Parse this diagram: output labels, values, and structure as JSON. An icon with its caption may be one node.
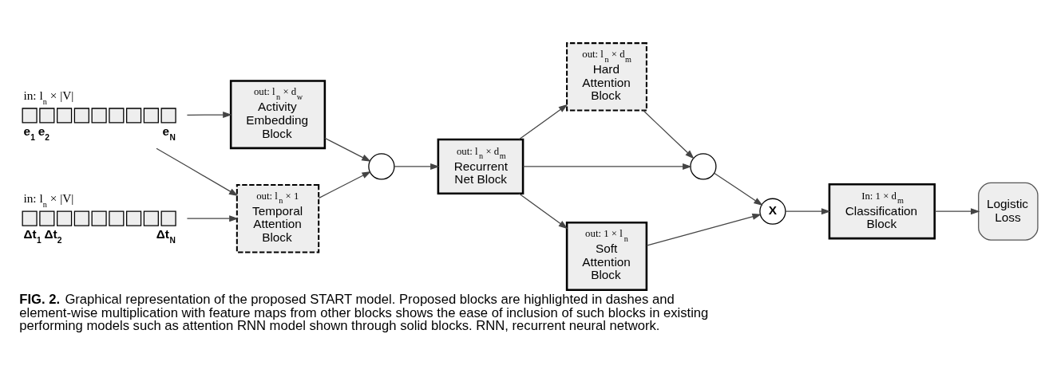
{
  "diagram": {
    "caption": "**FIG. 2.** Graphical representation of the proposed START model. Proposed blocks are highlighted in dashes and element-wise multiplication with feature maps from other blocks shows the ease of inclusion of such blocks in existing performing models such as attention RNN model shown through solid blocks. RNN, recurrent neural network.",
    "nodes": [
      {
        "text": [
          "in: l$_{n}$ × |V|"
        ],
        "beside": [
          "e$_{1}$ e$_{2}$",
          "e$_{N}$"
        ]
      },
      {
        "text": [
          "in: l$_{n}$ × |V|"
        ],
        "beside": [
          "Δt$_{1}$ Δt$_{2}$",
          "Δt$_{N}$"
        ]
      },
      {
        "text": [
          "out: l$_{n}$ × d$_{w}$",
          "Activity Embedding Block"
        ]
      },
      {
        "text": [
          "out: l$_{n}$ × 1",
          "Temporal Attention Block"
        ]
      },
      {
        "text": [],
        "shape": "circle"
      },
      {
        "text": [
          "out: l$_{n}$ × d$_{m}$",
          "Recurrent Net Block"
        ]
      },
      {
        "text": [
          "out: l$_{n}$ × d$_{m}$",
          "Hard Attention Block"
        ]
      },
      {
        "text": [
          "out: 1 × l$_{n}$",
          "Soft Attention Block"
        ]
      },
      {
        "text": [],
        "shape": "circle"
      },
      {
        "text": [
          "X"
        ]
      },
      {
        "text": [
          "In: 1 × d$_{m}$",
          "Classification Block"
        ]
      },
      {
        "text": [
          "Logistic Loss"
        ]
      }
    ],
    "edges": [
      {
        "from": 0,
        "to": 2,
        "arrow": "to"
      },
      {
        "from": 0,
        "to": 3,
        "arrow": "to"
      },
      {
        "from": 1,
        "to": 3,
        "arrow": "to"
      },
      {
        "from": 2,
        "to": 4,
        "arrow": "to"
      },
      {
        "from": 3,
        "to": 4,
        "arrow": "to"
      },
      {
        "from": 4,
        "to": 5,
        "arrow": "to"
      },
      {
        "from": 5,
        "to": 6,
        "arrow": "to"
      },
      {
        "from": 5,
        "to": 8,
        "arrow": "to"
      },
      {
        "from": 5,
        "to": 7,
        "arrow": "to"
      },
      {
        "from": 6,
        "to": 8,
        "arrow": "to"
      },
      {
        "from": 7,
        "to": 9,
        "arrow": "to"
      },
      {
        "from": 8,
        "to": 9,
        "arrow": "to"
      },
      {
        "from": 9,
        "to": 10,
        "arrow": "to"
      },
      {
        "from": 10,
        "to": 11,
        "arrow": "to"
      }
    ]
  }
}
